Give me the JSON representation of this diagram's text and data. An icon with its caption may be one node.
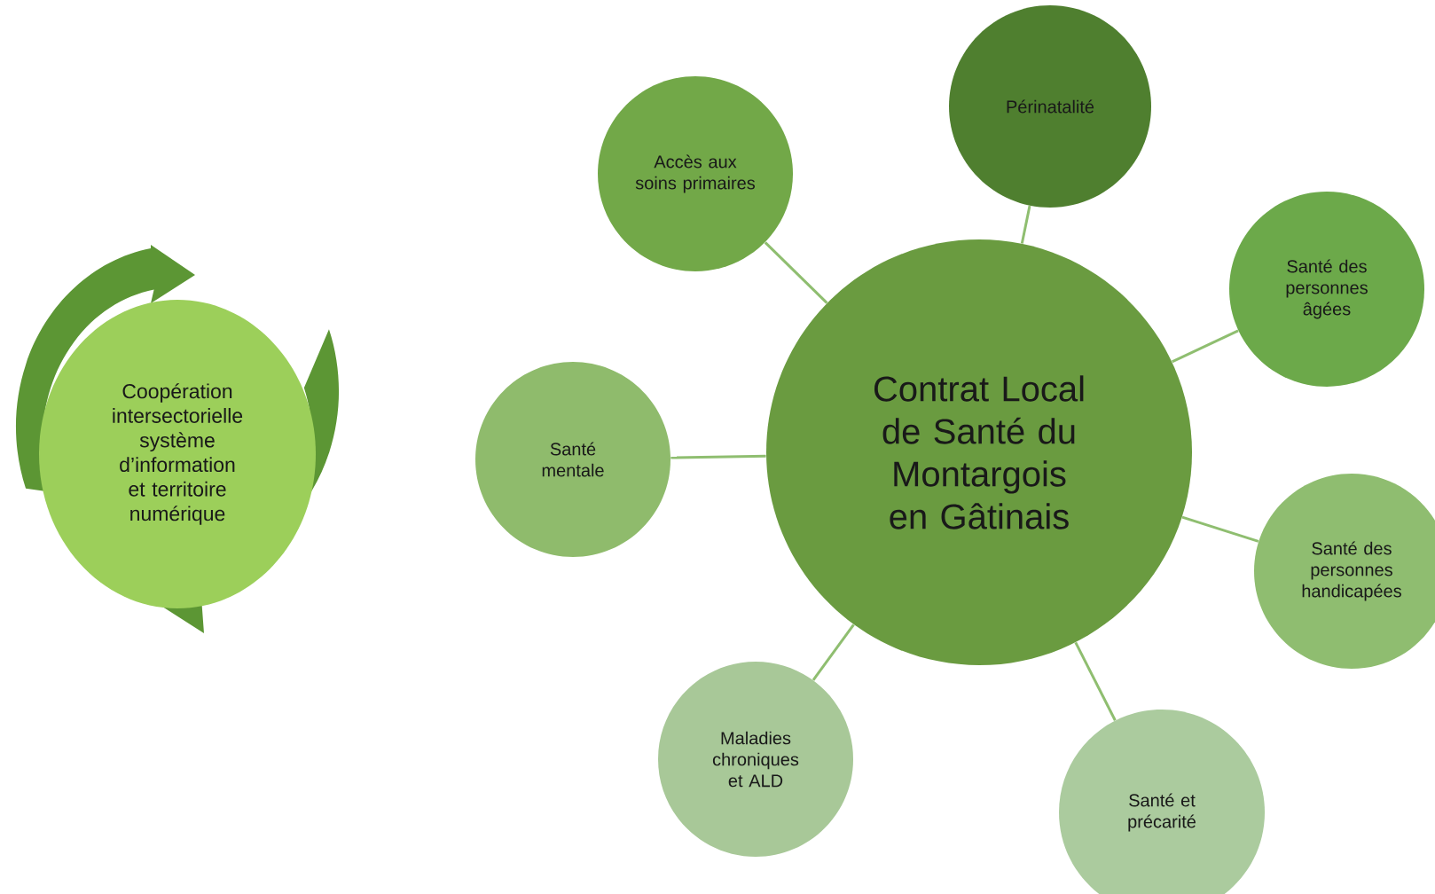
{
  "diagram": {
    "nodes": [
      {
        "text": [
          "Coopération intersectorielle système d’information et territoire numérique"
        ]
      },
      {
        "text": [
          "Contrat Local de Santé du Montargois en Gâtinais"
        ]
      },
      {
        "text": [
          "Périnatalité"
        ]
      },
      {
        "text": [
          "Accès aux soins primaires"
        ]
      },
      {
        "text": [
          "Santé des personnes âgées"
        ]
      },
      {
        "text": [
          "Santé mentale"
        ]
      },
      {
        "text": [
          "Santé des personnes handicapées"
        ]
      },
      {
        "text": [
          "Maladies chroniques et ALD"
        ]
      },
      {
        "text": [
          "Santé et précarité"
        ]
      }
    ],
    "edges": [
      {
        "from": 1,
        "to": 2,
        "arrow": "none"
      },
      {
        "from": 1,
        "to": 3,
        "arrow": "none"
      },
      {
        "from": 1,
        "to": 4,
        "arrow": "none"
      },
      {
        "from": 1,
        "to": 5,
        "arrow": "none"
      },
      {
        "from": 1,
        "to": 6,
        "arrow": "none"
      },
      {
        "from": 1,
        "to": 7,
        "arrow": "none"
      },
      {
        "from": 1,
        "to": 8,
        "arrow": "none"
      }
    ]
  }
}
